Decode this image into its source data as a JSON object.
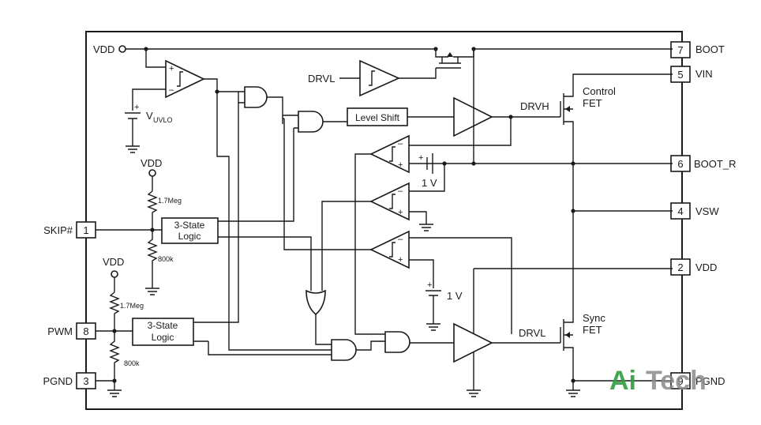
{
  "pins": [
    {
      "number": "7",
      "name": "BOOT"
    },
    {
      "number": "5",
      "name": "VIN"
    },
    {
      "number": "6",
      "name": "BOOT_R"
    },
    {
      "number": "4",
      "name": "VSW"
    },
    {
      "number": "2",
      "name": "VDD"
    },
    {
      "number": "9",
      "name": "PGND"
    },
    {
      "number": "1",
      "name": "SKIP#"
    },
    {
      "number": "8",
      "name": "PWM"
    },
    {
      "number": "3",
      "name": "PGND"
    }
  ],
  "labels": {
    "vdd_top": "VDD",
    "vdd_mid": "VDD",
    "vdd_low": "VDD",
    "drvl_in": "DRVL",
    "drvh": "DRVH",
    "drvl_out": "DRVL",
    "vuvlo_main": "V",
    "vuvlo_sub": "UVLO",
    "level_shift": "Level Shift",
    "three_state_1_line1": "3-State",
    "three_state_1_line2": "Logic",
    "three_state_2_line1": "3-State",
    "three_state_2_line2": "Logic",
    "r_top_1": "1.7Meg",
    "r_bot_1": "800k",
    "r_top_2": "1.7Meg",
    "r_bot_2": "800k",
    "v_ref_1": "1 V",
    "v_ref_2": "1 V",
    "control_fet_1": "Control",
    "control_fet_2": "FET",
    "sync_fet_1": "Sync",
    "sync_fet_2": "FET",
    "plus": "+",
    "minus": "–"
  },
  "watermark": {
    "part1": "Ai",
    "part2": "Tech",
    "color1": "#2e9e3e",
    "color2": "#888888"
  }
}
